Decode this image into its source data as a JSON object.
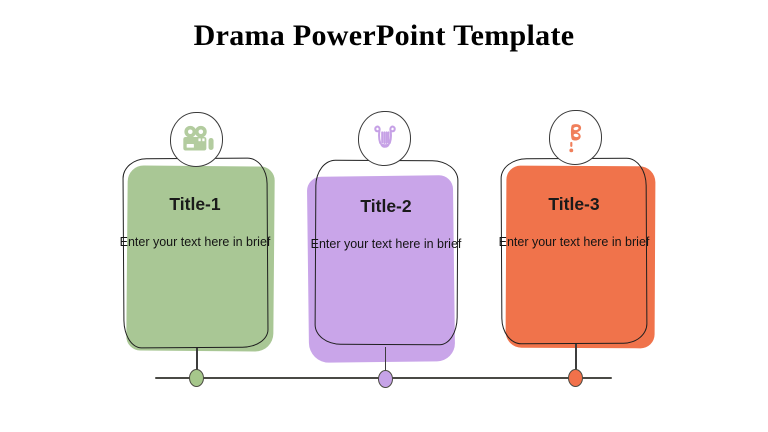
{
  "slide_title": "Drama PowerPoint Template",
  "cards": [
    {
      "title": "Title-1",
      "body": "Enter your text here in brief",
      "icon": "video-camera-icon",
      "fill_color": "#a9c795",
      "icon_color": "#b3cc9f",
      "dot_color": "#a6c78b"
    },
    {
      "title": "Title-2",
      "body": "Enter your text here in brief",
      "icon": "lyre-icon",
      "fill_color": "#c9a5e9",
      "icon_color": "#c6a1e6",
      "dot_color": "#c6a3e7"
    },
    {
      "title": "Title-3",
      "body": "Enter your text here in brief",
      "icon": "carnival-mask-icon",
      "fill_color": "#f0734b",
      "icon_color": "#f07f5b",
      "dot_color": "#f2714a"
    }
  ],
  "colors": {
    "background": "#ffffff",
    "outline": "#1f1f1f",
    "text": "#1a1a1a",
    "timeline_line": "#4a4a45"
  }
}
